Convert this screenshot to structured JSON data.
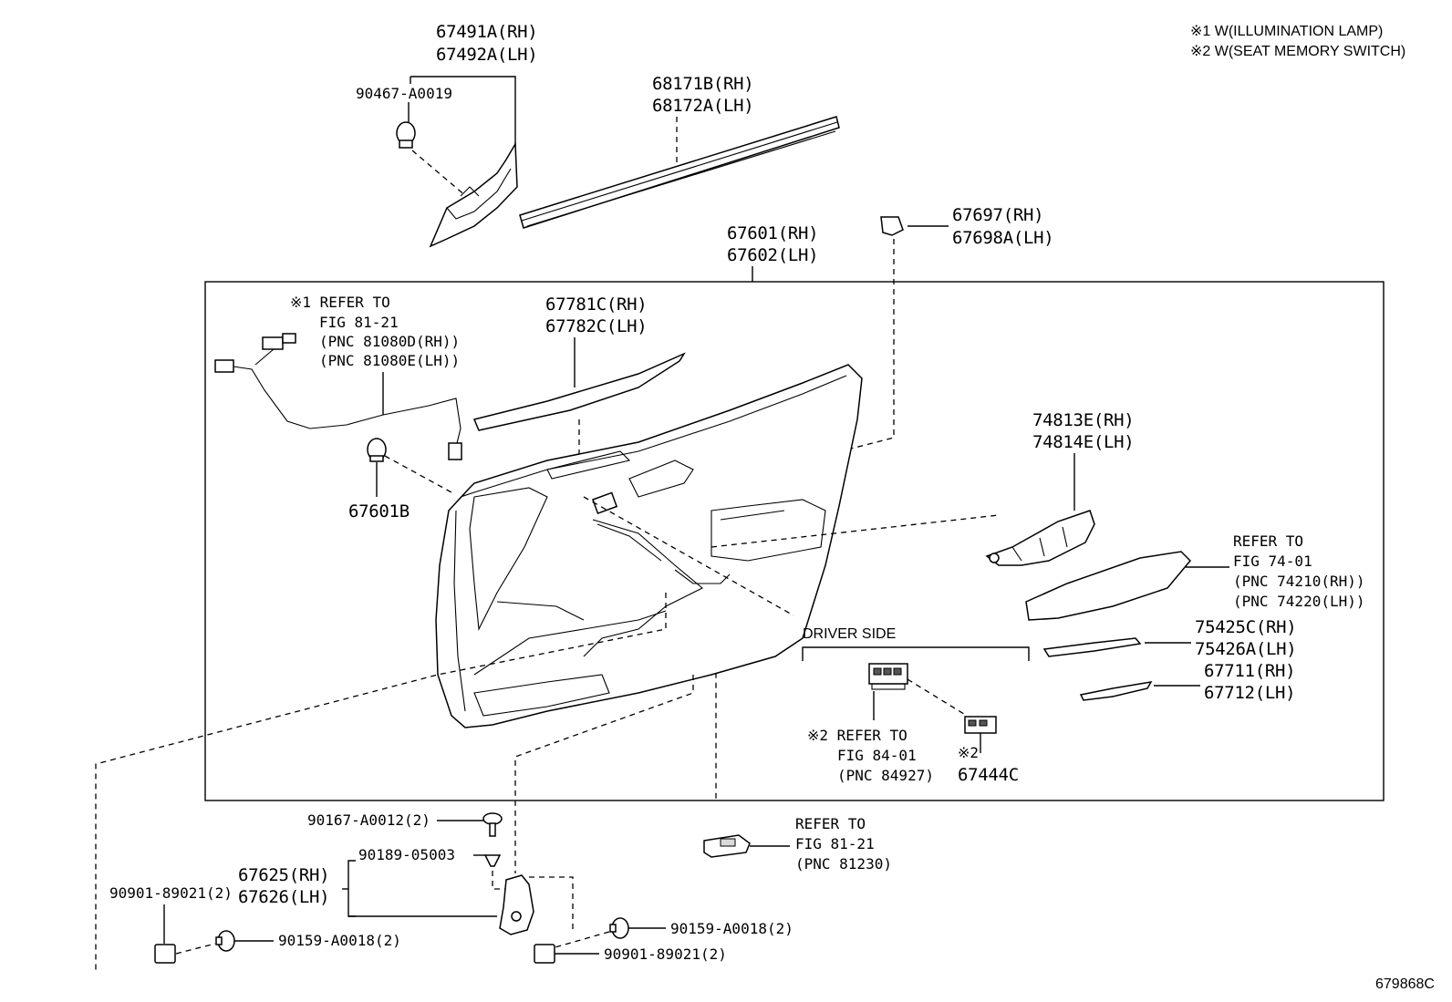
{
  "notes": {
    "note1": "※1  W(ILLUMINATION LAMP)",
    "note2": "※2  W(SEAT MEMORY SWITCH)"
  },
  "labels": {
    "p67491a": "67491A(RH)",
    "p67492a": "67492A(LH)",
    "p90467": "90467-A0019",
    "p68171b": "68171B(RH)",
    "p68172a": "68172A(LH)",
    "p67697": "67697(RH)",
    "p67698a": "67698A(LH)",
    "p67601": "67601(RH)",
    "p67602": "67602(LH)",
    "ref1_l1": "※1 REFER TO",
    "ref1_l2": "FIG 81-21",
    "ref1_l3": "(PNC 81080D(RH))",
    "ref1_l4": "(PNC 81080E(LH))",
    "p67781c": "67781C(RH)",
    "p67782c": "67782C(LH)",
    "p67601b": "67601B",
    "p74813e": "74813E(RH)",
    "p74814e": "74814E(LH)",
    "ref74_l1": "REFER TO",
    "ref74_l2": "FIG 74-01",
    "ref74_l3": "(PNC 74210(RH))",
    "ref74_l4": "(PNC 74220(LH))",
    "p75425c": "75425C(RH)",
    "p75426a": "75426A(LH)",
    "p67711": "67711(RH)",
    "p67712": "67712(LH)",
    "driver_side": "DRIVER SIDE",
    "ref84_l1": "※2 REFER TO",
    "ref84_l2": "FIG 84-01",
    "ref84_l3": "(PNC 84927)",
    "star2": "※2",
    "p67444c": "67444C",
    "p90167": "90167-A0012(2)",
    "p90189": "90189-05003",
    "p67625": "67625(RH)",
    "p67626": "67626(LH)",
    "p90901a": "90901-89021(2)",
    "p90159a": "90159-A0018(2)",
    "p90159b": "90159-A0018(2)",
    "p90901b": "90901-89021(2)",
    "ref8121b_l1": "REFER TO",
    "ref8121b_l2": "FIG 81-21",
    "ref8121b_l3": "(PNC 81230)"
  },
  "figure_id": "679868C"
}
